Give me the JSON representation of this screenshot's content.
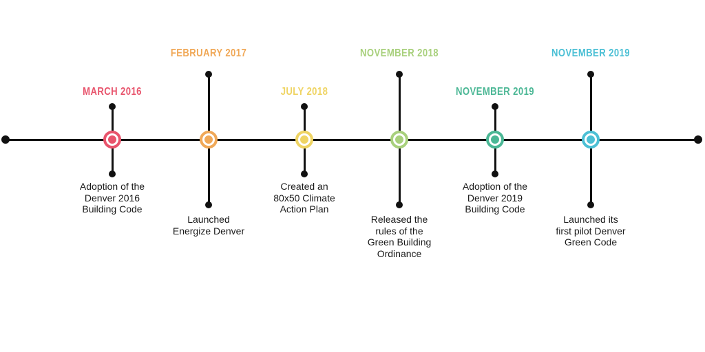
{
  "timeline": {
    "axis_color": "#111111",
    "milestones": [
      {
        "date": "MARCH 2016",
        "color": "#E8546C",
        "description": "Adoption of the\nDenver 2016\nBuilding Code"
      },
      {
        "date": "FEBRUARY 2017",
        "color": "#F0A857",
        "description": "Launched\nEnergize Denver"
      },
      {
        "date": "JULY 2018",
        "color": "#EFD463",
        "description": "Created an\n80x50 Climate\nAction Plan"
      },
      {
        "date": "NOVEMBER 2018",
        "color": "#A8D07C",
        "description": "Released the\nrules of the\nGreen Building\nOrdinance"
      },
      {
        "date": "NOVEMBER 2019",
        "color": "#4BB795",
        "description": "Adoption of the\nDenver 2019\nBuilding Code"
      },
      {
        "date": "NOVEMBER 2019",
        "color": "#4CC0D5",
        "description": "Launched its\nfirst pilot Denver\nGreen Code"
      }
    ]
  }
}
